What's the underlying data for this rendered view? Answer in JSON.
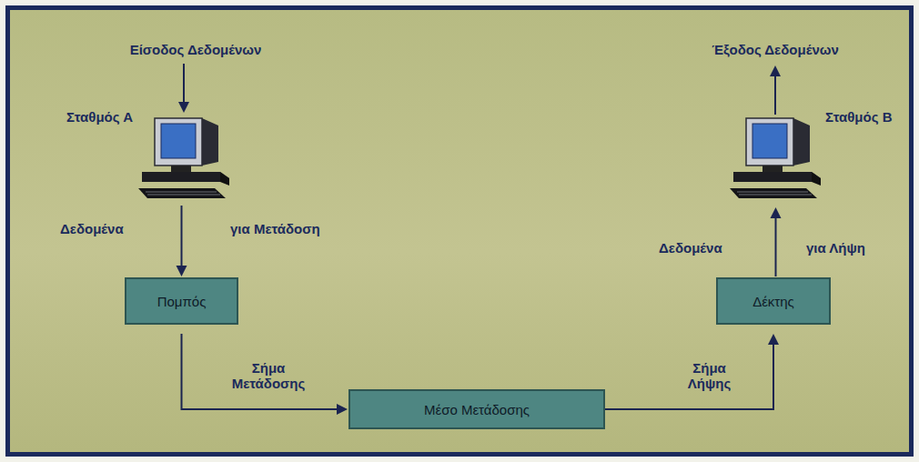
{
  "diagram": {
    "nodes": [
      {
        "text": [
          "Σταθμός Α"
        ]
      },
      {
        "text": [
          "Πομπός"
        ]
      },
      {
        "text": [
          "Μέσο Μετάδοσης"
        ]
      },
      {
        "text": [
          "Δέκτης"
        ]
      },
      {
        "text": [
          "Σταθμός Β"
        ]
      }
    ],
    "edges": [
      {
        "from": 0,
        "to": 1,
        "arrow": "to"
      },
      {
        "from": 1,
        "to": 2,
        "label": "Σήμα Μετάδοσης",
        "arrow": "to"
      },
      {
        "from": 2,
        "to": 3,
        "label": "Σήμα Λήψης",
        "arrow": "to"
      },
      {
        "from": 3,
        "to": 4,
        "arrow": "to"
      }
    ],
    "labels": [
      "Είσοδος Δεδομένων",
      "Δεδομένα",
      "για Μετάδοση",
      "Δεδομένα",
      "για Λήψη",
      "Έξοδος Δεδομένων"
    ]
  }
}
